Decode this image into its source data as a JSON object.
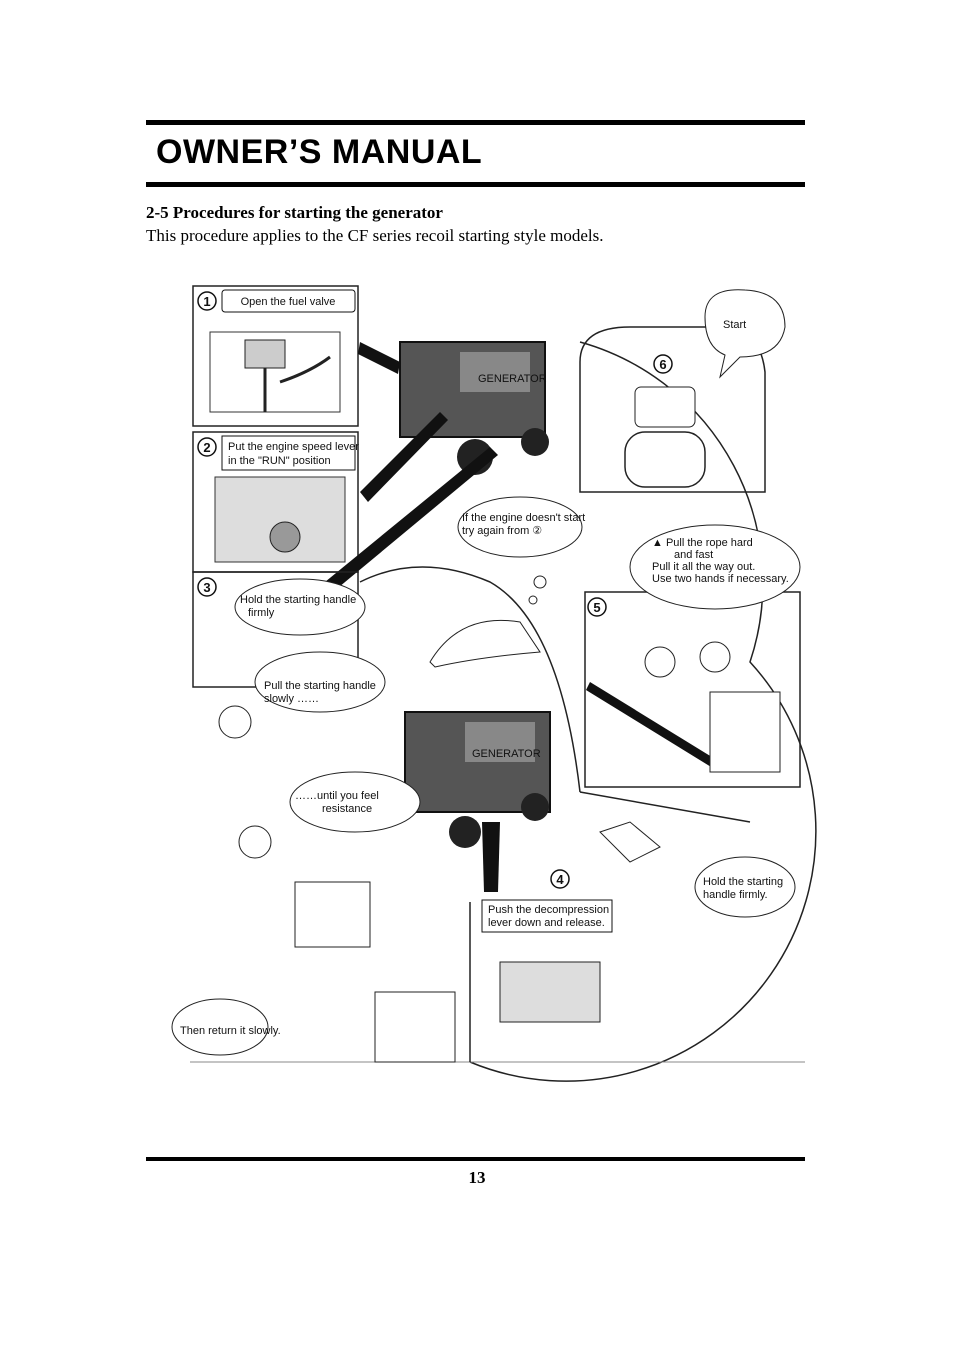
{
  "header": {
    "title": "OWNER’S MANUAL"
  },
  "section": {
    "heading": "2-5 Procedures for starting the generator",
    "body": "This procedure applies to the CF series recoil starting style models."
  },
  "illustration": {
    "generator_label": "GENERATOR",
    "steps": {
      "s1": {
        "number": "1",
        "label": "Open the fuel valve"
      },
      "s2": {
        "number": "2",
        "line1": "Put the engine speed lever",
        "line2": "in the \"RUN\" position"
      },
      "s3": {
        "number": "3",
        "hold_line1": "Hold the starting handle",
        "hold_line2": "firmly",
        "pull_line1": "Pull the starting handle",
        "pull_line2": "slowly ……",
        "resist_line1": "……until you feel",
        "resist_line2": "resistance",
        "return": "Then return it slowly."
      },
      "s4": {
        "number": "4",
        "line1": "Push the decompression",
        "line2": "lever down and release."
      },
      "s4b": {
        "line1": "Hold the starting",
        "line2": "handle firmly."
      },
      "s5": {
        "number": "5",
        "line1": "▲ Pull the rope hard",
        "line2": "and fast",
        "line3": "Pull it all the way out.",
        "line4": "Use two hands if necessary."
      },
      "s6": {
        "number": "6",
        "label": "Start"
      },
      "retry": {
        "line1": "If the engine doesn't start",
        "line2": "try again from ②"
      }
    }
  },
  "footer": {
    "page_number": "13"
  }
}
